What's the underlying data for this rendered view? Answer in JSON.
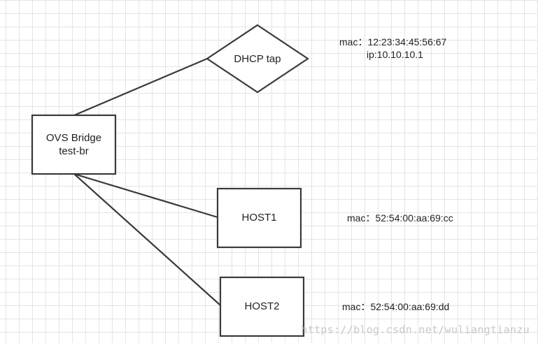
{
  "nodes": {
    "dhcp": {
      "label": "DHCP tap",
      "mac": "mac：12:23:34:45:56:67",
      "ip": "ip:10.10.10.1"
    },
    "bridge": {
      "line1": "OVS Bridge",
      "line2": "test-br"
    },
    "host1": {
      "label": "HOST1",
      "mac": "mac：52:54:00:aa:69:cc"
    },
    "host2": {
      "label": "HOST2",
      "mac": "mac：52:54:00:aa:69:dd"
    }
  },
  "edges": [
    {
      "from": "bridge",
      "to": "dhcp"
    },
    {
      "from": "bridge",
      "to": "host1"
    },
    {
      "from": "bridge",
      "to": "host2"
    }
  ],
  "watermark": "https://blog.csdn.net/wuliangtianzu"
}
